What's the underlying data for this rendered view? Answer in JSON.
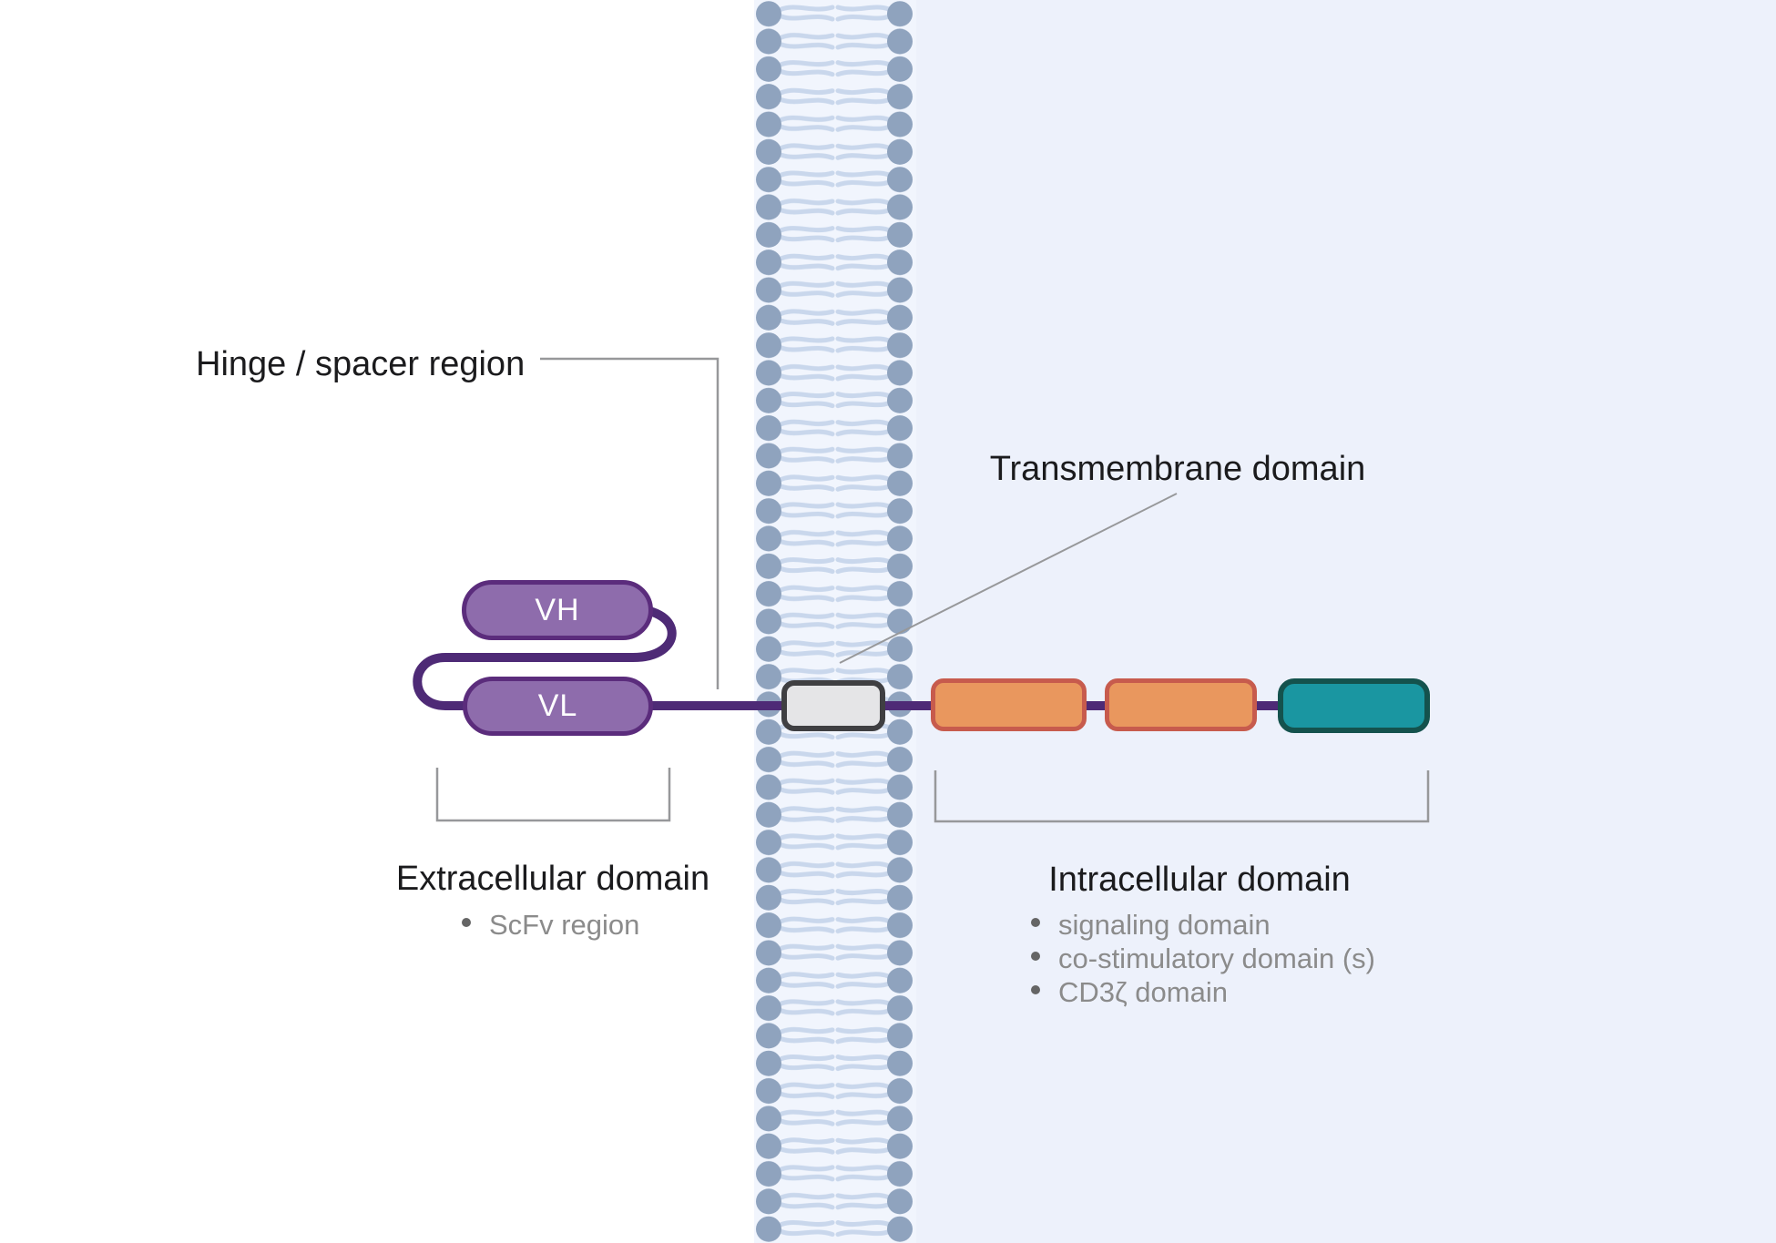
{
  "diagram": {
    "callouts": {
      "hinge_label": "Hinge / spacer region",
      "transmembrane_label": "Transmembrane domain"
    },
    "receptor": {
      "vh_label": "VH",
      "vl_label": "VL"
    },
    "extracellular": {
      "title": "Extracellular domain",
      "bullets": [
        "ScFv region"
      ]
    },
    "intracellular": {
      "title": "Intracellular domain",
      "bullets": [
        "signaling domain",
        "co-stimulatory domain (s)",
        "CD3ζ domain"
      ]
    },
    "colors": {
      "scfv_fill": "#8E6CAC",
      "scfv_border": "#5B2C7C",
      "linker_line": "#4E2A76",
      "transmembrane_fill": "#E5E5E7",
      "transmembrane_border": "#3F3F42",
      "costimulatory_fill": "#E9975E",
      "costimulatory_border": "#C75B4D",
      "cd3zeta_fill": "#1A96A1",
      "cd3zeta_border": "#14524D",
      "membrane_head": "#8FA3BE",
      "membrane_tail": "#C9D7EC",
      "membrane_background": "#F1F5FD",
      "cytoplasm_background": "#EDF1FB",
      "leader_line": "#97989A",
      "main_text": "#1B1B1D",
      "secondary_text": "#8B8B8B"
    }
  }
}
